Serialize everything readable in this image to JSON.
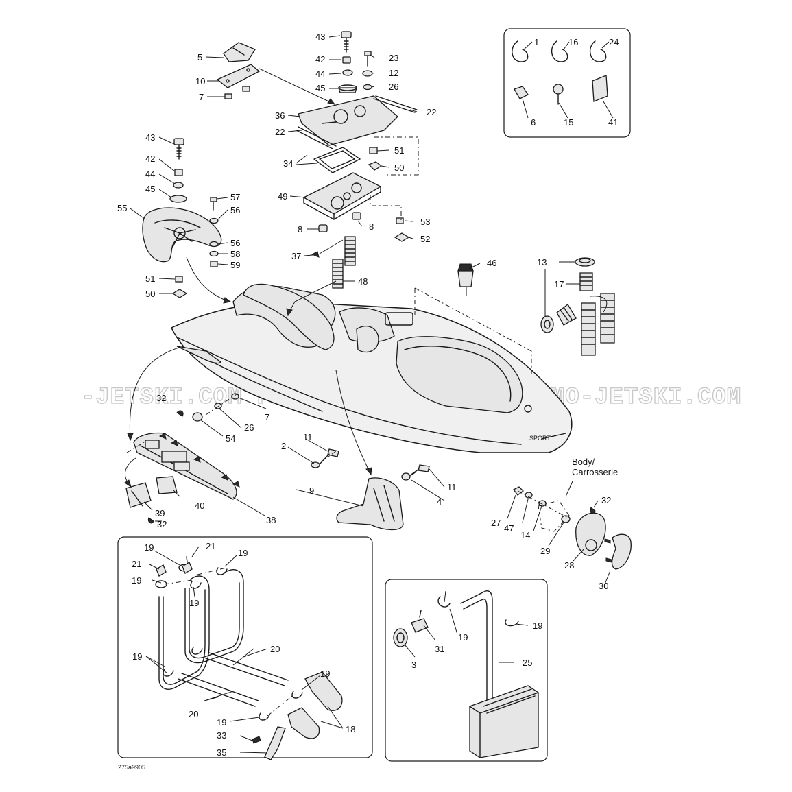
{
  "callouts": {
    "c43a": "43",
    "c42a": "42",
    "c44a": "44",
    "c45a": "45",
    "c23": "23",
    "c12": "12",
    "c26a": "26",
    "c5": "5",
    "c10": "10",
    "c7a": "7",
    "c36": "36",
    "c22a": "22",
    "c22b": "22",
    "c51a": "51",
    "c50a": "50",
    "c34": "34",
    "c49": "49",
    "c8a": "8",
    "c8b": "8",
    "c53": "53",
    "c52": "52",
    "c37": "37",
    "c48": "48",
    "c46": "46",
    "c13": "13",
    "c17": "17",
    "c43b": "43",
    "c42b": "42",
    "c44b": "44",
    "c45b": "45",
    "c57": "57",
    "c56a": "56",
    "c55": "55",
    "c56b": "56",
    "c58": "58",
    "c59": "59",
    "c51b": "51",
    "c50b": "50",
    "c1": "1",
    "c16": "16",
    "c24": "24",
    "c6": "6",
    "c15": "15",
    "c41": "41",
    "c32a": "32",
    "c7b": "7",
    "c26b": "26",
    "c54": "54",
    "c11a": "11",
    "c2": "2",
    "c11b": "11",
    "c9": "9",
    "c4": "4",
    "c40": "40",
    "c39": "39",
    "c32b": "32",
    "c38": "38",
    "c27": "27",
    "c47": "47",
    "c14": "14",
    "c29": "29",
    "c32c": "32",
    "c28": "28",
    "c30": "30",
    "c19a": "19",
    "c21a": "21",
    "c19b": "19",
    "c21b": "21",
    "c19c": "19",
    "c19d": "19",
    "c20a": "20",
    "c19e": "19",
    "c19f": "19",
    "c20b": "20",
    "c19g": "19",
    "c33": "33",
    "c35": "35",
    "c18": "18",
    "c19h": "19",
    "c19i": "19",
    "c31": "31",
    "c3": "3",
    "c25": "25"
  },
  "body_label": {
    "line1": "Body/",
    "line2": "Carrosserie"
  },
  "watermark": {
    "text": "-JETSKI.COM   PROMO-JETSKI.COM   PROMO-JETSKI.COM"
  },
  "figure_code": "275a9905"
}
